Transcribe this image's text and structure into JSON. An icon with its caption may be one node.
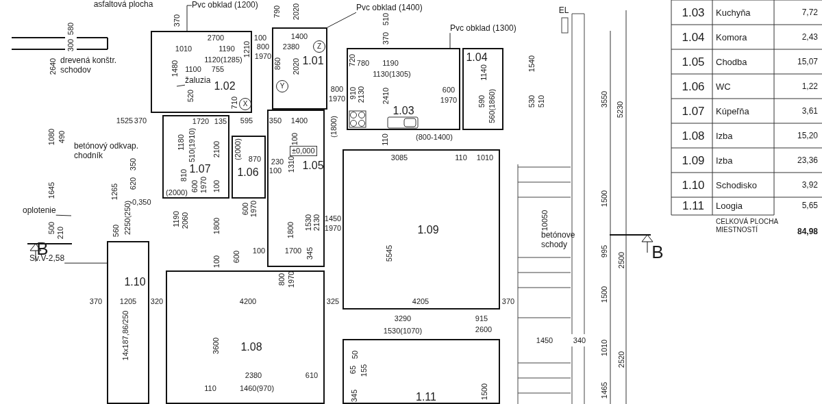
{
  "diagram": {
    "nodes": [
      {
        "text": [
          "1.01"
        ]
      },
      {
        "text": [
          "1.02"
        ]
      },
      {
        "text": [
          "1.03"
        ]
      },
      {
        "text": [
          "1.04"
        ]
      },
      {
        "text": [
          "1.05"
        ]
      },
      {
        "text": [
          "1.06"
        ]
      },
      {
        "text": [
          "1.07"
        ]
      },
      {
        "text": [
          "1.08"
        ]
      },
      {
        "text": [
          "1.09"
        ]
      },
      {
        "text": [
          "1.10"
        ]
      },
      {
        "text": [
          "1.11"
        ]
      },
      {
        "text": [
          "Z"
        ],
        "in": 0
      },
      {
        "text": [
          "Y"
        ],
        "in": 0
      },
      {
        "text": [
          "X"
        ],
        "in": 1
      },
      {
        "text": [
          "žaluzia"
        ],
        "in": 1
      },
      {
        "text": [
          "±0,000"
        ],
        "in": 4
      },
      {
        "text": [
          "Pvc obklad (1200)"
        ]
      },
      {
        "text": [
          "Pvc obklad (1400)"
        ]
      },
      {
        "text": [
          "Pvc obklad (1300)"
        ]
      },
      {
        "text": [
          "oplotenie"
        ]
      },
      {
        "text": [
          "Sv.V-2,58"
        ]
      }
    ],
    "edges": [
      {
        "from": 14,
        "to": null,
        "arrow": "none"
      },
      {
        "from": 16,
        "to": 1,
        "arrow": "none"
      },
      {
        "from": 17,
        "to": 0,
        "arrow": "none"
      },
      {
        "from": 18,
        "to": 2,
        "arrow": "none"
      },
      {
        "from": 19,
        "to": null,
        "arrow": "none"
      },
      {
        "from": 20,
        "to": 9,
        "arrow": "none"
      }
    ],
    "labels": [
      "asfaltová plocha",
      "580",
      "370",
      "790",
      "2020",
      "510",
      "EL",
      "300",
      "2700",
      "100",
      "1400",
      "370",
      "1010",
      "1190",
      "1210",
      "800",
      "1970",
      "2380",
      "2640",
      "drevená konštr. schodov",
      "1480",
      "1100",
      "755",
      "1120(1285)",
      "860",
      "2020",
      "720",
      "780",
      "1190",
      "1130(1305)",
      "1140",
      "1540",
      "520",
      "710",
      "800",
      "1970",
      "910",
      "2130",
      "2410",
      "600",
      "1970",
      "590",
      "560(1860)",
      "530",
      "510",
      "3550",
      "5230",
      "1525",
      "370",
      "1720",
      "135",
      "595",
      "350",
      "1400",
      "1080",
      "490",
      "betónový odkvap. chodník",
      "1180",
      "510(1910)",
      "2100",
      "(2000)",
      "100",
      "(1800)",
      "110",
      "(800-1400)",
      "350",
      "870",
      "100",
      "230",
      "1310",
      "3085",
      "110",
      "1010",
      "1645",
      "1265",
      "620",
      "(2000)",
      "810",
      "600",
      "1970",
      "100",
      "-0,350",
      "600",
      "1970",
      "1500",
      "500",
      "210",
      "560",
      "2250(250)",
      "1190",
      "2060",
      "1800",
      "1800",
      "1530",
      "2130",
      "1450",
      "1970",
      "10050",
      "B",
      "100",
      "600",
      "100",
      "1700",
      "345",
      "5545",
      "betónove schody",
      "995",
      "2500",
      "B",
      "800",
      "1970",
      "370",
      "1205",
      "320",
      "4200",
      "325",
      "4205",
      "370",
      "1500",
      "14x187,86/250",
      "3290",
      "915",
      "1530(1070)",
      "2600",
      "3600",
      "50",
      "1450",
      "340",
      "1010",
      "2520",
      "2380",
      "610",
      "65",
      "155",
      "110",
      "1460(970)",
      "345",
      "1500",
      "1465",
      "1.03",
      "Kuchyňa",
      "7,72",
      "1.04",
      "Komora",
      "2,43",
      "1.05",
      "Chodba",
      "15,07",
      "1.06",
      "WC",
      "1,22",
      "1.07",
      "Kúpeľňa",
      "3,61",
      "1.08",
      "Izba",
      "15,20",
      "1.09",
      "Izba",
      "23,36",
      "1.10",
      "Schodisko",
      "3,92",
      "1.11",
      "Loogia",
      "5,65",
      "CELKOVÁ PLOCHA MIESTNOSTÍ",
      "84,98"
    ]
  }
}
